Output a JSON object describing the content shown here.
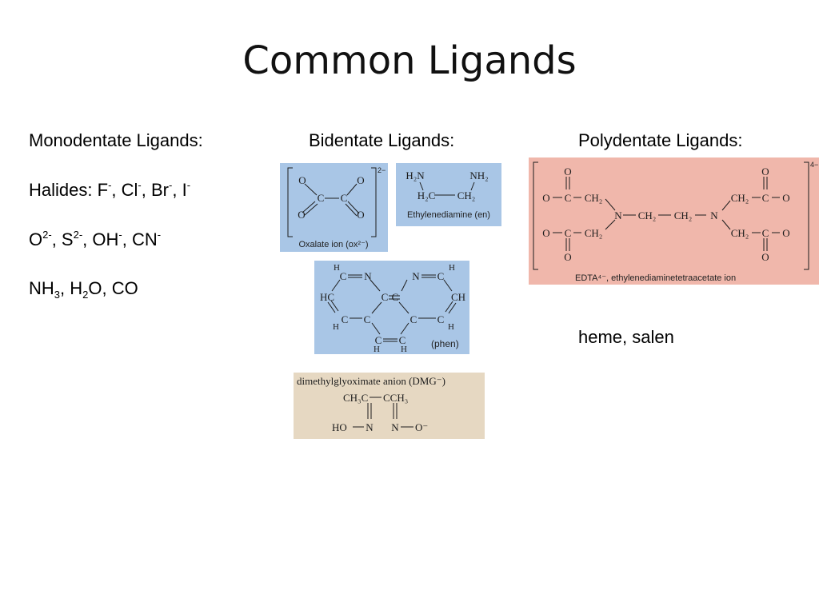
{
  "slide": {
    "title": "Common Ligands"
  },
  "monodentate": {
    "heading": "Monodentate Ligands:",
    "halides_label": "Halides:",
    "halides": [
      {
        "sym": "F",
        "sup": "-"
      },
      {
        "sym": "Cl",
        "sup": "-"
      },
      {
        "sym": "Br",
        "sup": "-"
      },
      {
        "sym": "I",
        "sup": "-"
      }
    ],
    "anions": [
      {
        "sym": "O",
        "sup": "2-"
      },
      {
        "sym": "S",
        "sup": "2-"
      },
      {
        "sym": "OH",
        "sup": "-"
      },
      {
        "sym": "CN",
        "sup": "-"
      }
    ],
    "neutral": {
      "nh": "NH",
      "nh_sub": "3",
      "h": "H",
      "h_sub": "2",
      "o": "O",
      "co": "CO",
      "sep": ", "
    }
  },
  "bidentate": {
    "heading": "Bidentate Ligands:",
    "oxalate": {
      "caption": "Oxalate ion (ox²⁻)",
      "charge": "2−",
      "o": "O",
      "c": "C"
    },
    "en": {
      "caption": "Ethylenediamine (en)",
      "left_n": "H₂N",
      "right_n": "NH₂",
      "left_c": "H₂C",
      "right_c": "CH₂"
    },
    "phen": {
      "caption": "(phen)",
      "h": "H",
      "hc": "HC",
      "ch": "CH",
      "c": "C",
      "n": "N"
    },
    "dmg": {
      "caption": "dimethylglyoximate anion (DMG⁻)",
      "row1_left": "CH₃C",
      "row1_right": "CCH₃",
      "row3_left": "HO",
      "row3_right": "O⁻",
      "n": "N"
    }
  },
  "polydentate": {
    "heading": "Polydentate Ligands:",
    "edta": {
      "caption": "EDTA⁴⁻, ethylenediaminetetraacetate ion",
      "charge": "4−",
      "o": "O",
      "c": "C",
      "n": "N",
      "ch2": "CH₂"
    },
    "other": "heme, salen"
  },
  "colors": {
    "blue_panel": "#a9c6e6",
    "pink_panel": "#f0b7ab",
    "tan_panel": "#e6d8c2",
    "line": "#1d1d1d"
  }
}
